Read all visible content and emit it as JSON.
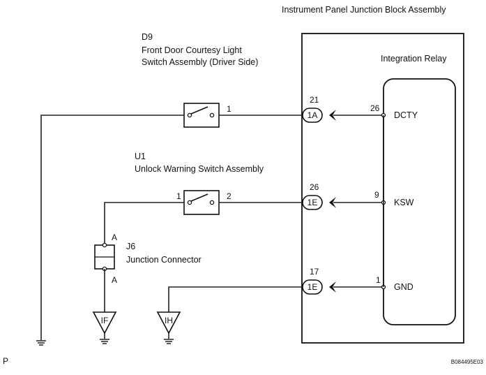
{
  "labels": {
    "block_title": "Instrument Panel Junction Block Assembly",
    "relay_title": "Integration Relay",
    "d9_code": "D9",
    "d9_name_1": "Front Door Courtesy Light",
    "d9_name_2": "Switch Assembly (Driver Side)",
    "u1_code": "U1",
    "u1_name": "Unlock Warning Switch Assembly",
    "j6_code": "J6",
    "j6_name": "Junction Connector",
    "corner_left": "P",
    "corner_right": "B084495E03"
  },
  "connectors": {
    "c1": {
      "code": "1A",
      "pin": "21"
    },
    "c2": {
      "code": "1E",
      "pin": "26"
    },
    "c3": {
      "code": "1E",
      "pin": "17"
    }
  },
  "relay_pins": {
    "dcty": {
      "num": "26",
      "name": "DCTY"
    },
    "ksw": {
      "num": "9",
      "name": "KSW"
    },
    "gnd": {
      "num": "1",
      "name": "GND"
    }
  },
  "switch_pins": {
    "d9_pin": "1",
    "u1_pin_a": "1",
    "u1_pin_b": "2"
  },
  "junction": {
    "top_pin": "A",
    "bottom_pin": "A"
  },
  "grounds": {
    "if_label": "IF",
    "ih_label": "IH"
  }
}
